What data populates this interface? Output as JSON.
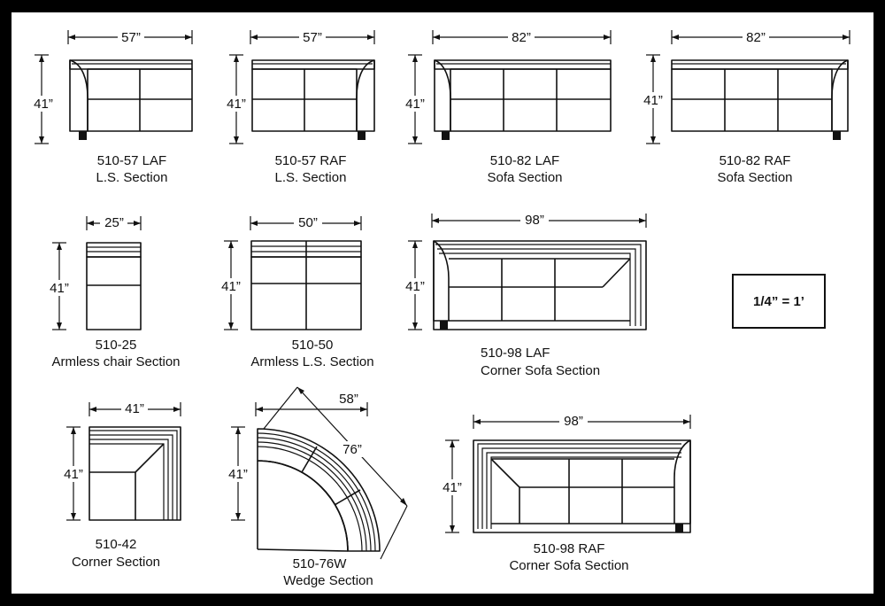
{
  "pieces": [
    {
      "model": "510-57 LAF",
      "name": "L.S. Section",
      "width": "57”",
      "height": "41”"
    },
    {
      "model": "510-57 RAF",
      "name": "L.S. Section",
      "width": "57”",
      "height": "41”"
    },
    {
      "model": "510-82 LAF",
      "name": "Sofa Section",
      "width": "82”",
      "height": "41”"
    },
    {
      "model": "510-82 RAF",
      "name": "Sofa Section",
      "width": "82”",
      "height": "41”"
    },
    {
      "model": "510-25",
      "name": "Armless chair Section",
      "width": "25”",
      "height": "41”"
    },
    {
      "model": "510-50",
      "name": "Armless L.S. Section",
      "width": "50”",
      "height": "41”"
    },
    {
      "model": "510-98 LAF",
      "name": "Corner Sofa Section",
      "width": "98”",
      "height": "41”"
    },
    {
      "model": "510-42",
      "name": "Corner Section",
      "width": "41”",
      "height": "41”"
    },
    {
      "model": "510-76W",
      "name": "Wedge Section",
      "width": "58”",
      "height": "41”",
      "diagonal": "76”"
    },
    {
      "model": "510-98 RAF",
      "name": "Corner Sofa Section",
      "width": "98”",
      "height": "41”"
    }
  ],
  "scale": "1/4” = 1’"
}
